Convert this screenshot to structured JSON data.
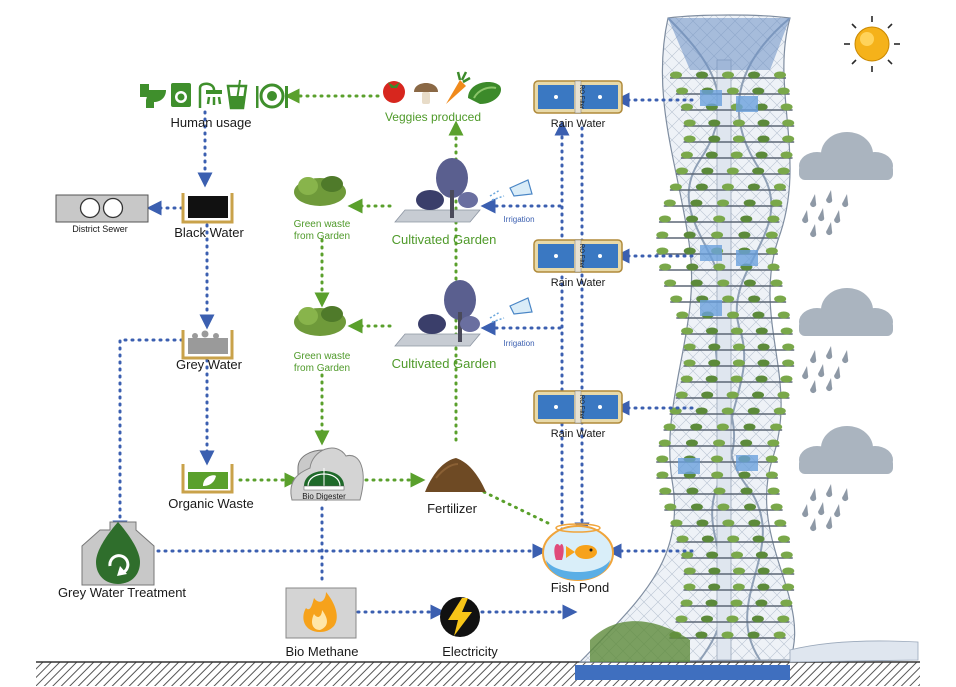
{
  "labels": {
    "human_usage": "Human usage",
    "veggies": "Veggies produced",
    "rain_water_1": "Rain Water",
    "rain_water_2": "Rain Water",
    "rain_water_3": "Rain Water",
    "ro_filter": "RO Filter",
    "district_sewer": "District Sewer",
    "black_water": "Black Water",
    "green_waste_1_l1": "Green waste",
    "green_waste_1_l2": "from Garden",
    "green_waste_2_l1": "Green waste",
    "green_waste_2_l2": "from Garden",
    "cultivated_garden_1": "Cultivated Garden",
    "cultivated_garden_2": "Cultivated Garden",
    "irrigation_1": "Irrigation",
    "irrigation_2": "Irrigation",
    "grey_water": "Grey Water",
    "organic_waste": "Organic Waste",
    "bio_digester": "Bio Digester",
    "fertilizer": "Fertilizer",
    "grey_water_treatment": "Grey Water Treatment",
    "fish_pond": "Fish Pond",
    "bio_methane": "Bio Methane",
    "electricity": "Electricity"
  },
  "colors": {
    "blue_flow": "#3b5fb0",
    "green_flow": "#5aa02c",
    "label_green": "#4f9a2a",
    "text_dark": "#1a1a1a",
    "cloud": "#aab4bf",
    "sun": "#f5b21a",
    "tank_frame": "#c9a24a",
    "tank_water": "#3a78c2"
  },
  "icons": [
    "toilet-icon",
    "washing-machine-icon",
    "shower-icon",
    "glass-icon",
    "plate-icon",
    "tomato-icon",
    "mushroom-icon",
    "carrot-icon",
    "lettuce-icon",
    "sun-icon",
    "cloud-rain-icon",
    "flame-icon",
    "lightning-icon",
    "fish-icon",
    "recycle-icon"
  ]
}
